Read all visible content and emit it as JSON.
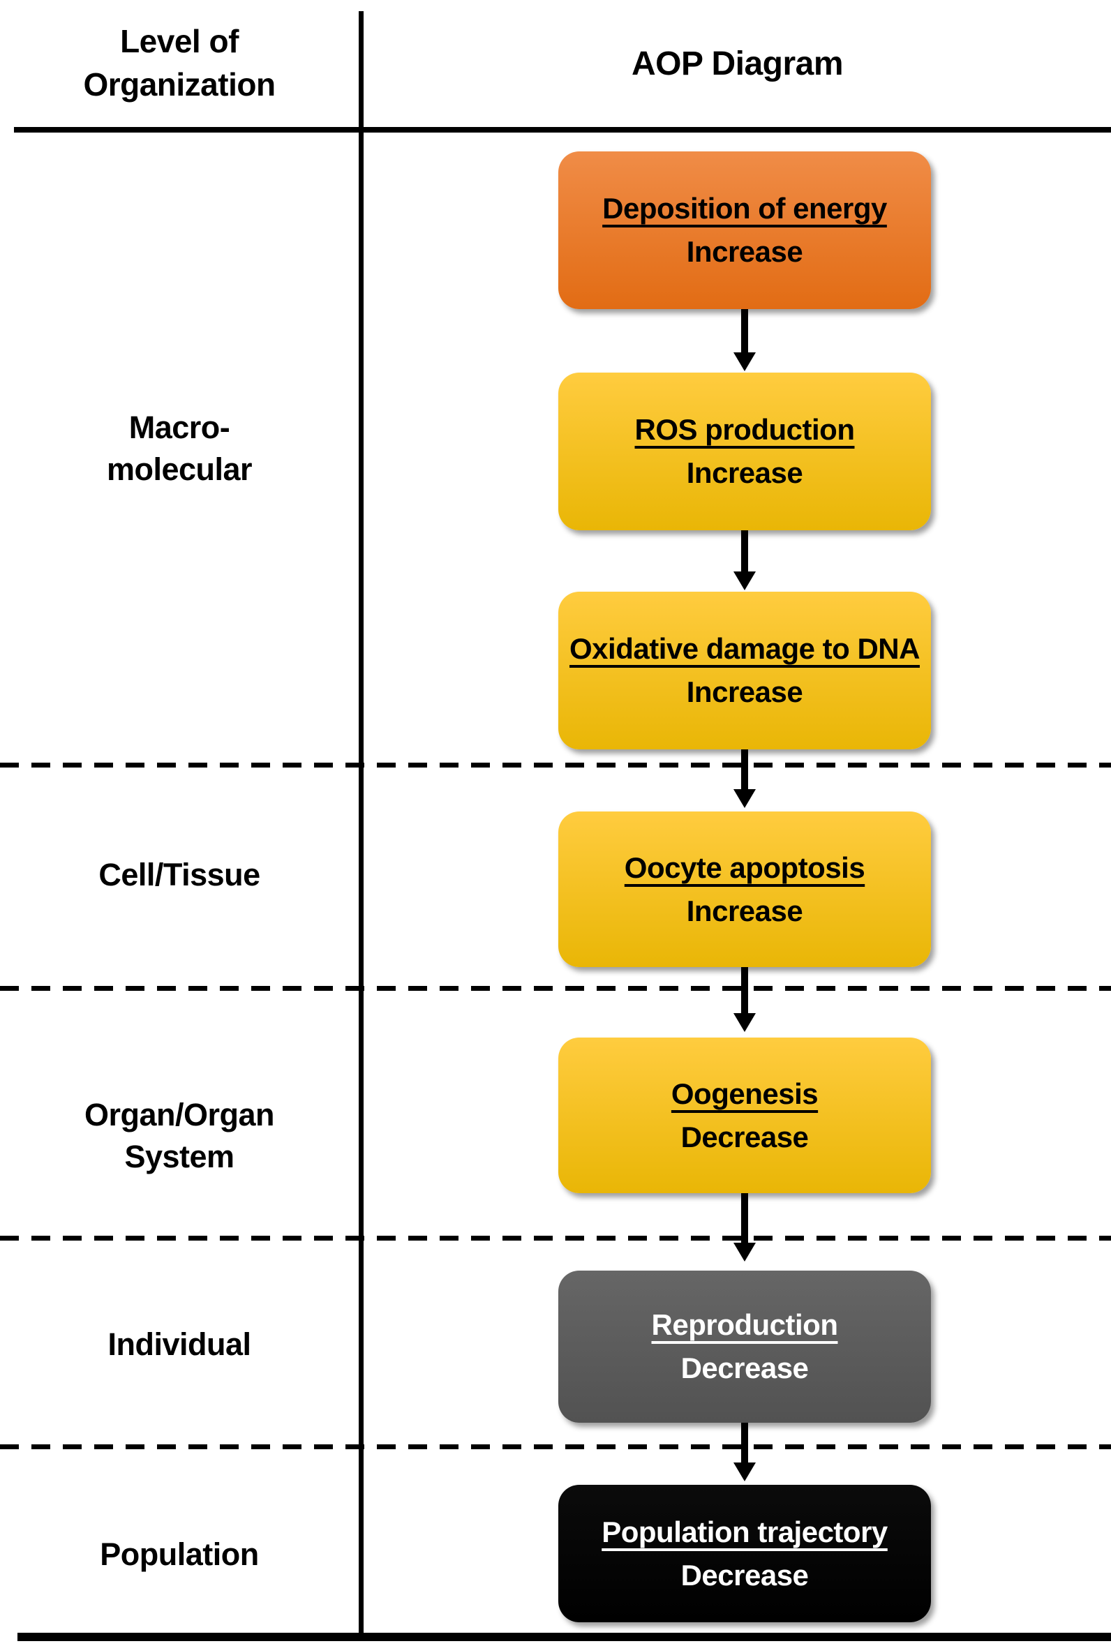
{
  "table": {
    "left_column_header_lines": [
      "Level of",
      "Organization"
    ],
    "diagram_header": "AOP Diagram"
  },
  "levels": [
    [
      "Macro-",
      "molecular"
    ],
    [
      "Cell/Tissue"
    ],
    [
      "Organ/Organ",
      "System"
    ],
    [
      "Individual"
    ],
    [
      "Population"
    ]
  ],
  "boxes": [
    {
      "title": "Deposition of energy",
      "direction": "Increase",
      "fill_top": "#F08C47",
      "fill_bottom": "#E26C14",
      "text_color": "#000000"
    },
    {
      "title": "ROS production",
      "direction": "Increase",
      "fill_top": "#FFCC3F",
      "fill_bottom": "#E9B606",
      "text_color": "#000000"
    },
    {
      "title": "Oxidative damage to DNA",
      "direction": "Increase",
      "fill_top": "#FFCC3F",
      "fill_bottom": "#E9B606",
      "text_color": "#000000"
    },
    {
      "title": "Oocyte apoptosis",
      "direction": "Increase",
      "fill_top": "#FFCC3F",
      "fill_bottom": "#E9B606",
      "text_color": "#000000"
    },
    {
      "title": "Oogenesis",
      "direction": "Decrease",
      "fill_top": "#FFCC3F",
      "fill_bottom": "#E9B606",
      "text_color": "#000000"
    },
    {
      "title": "Reproduction",
      "direction": "Decrease",
      "fill_top": "#666666",
      "fill_bottom": "#525252",
      "text_color": "#FFFFFF"
    },
    {
      "title": "Population trajectory",
      "direction": "Decrease",
      "fill_top": "#0B0B0B",
      "fill_bottom": "#000000",
      "text_color": "#FFFFFF"
    }
  ],
  "line_color": "#000000",
  "arrow_color": "#000000"
}
